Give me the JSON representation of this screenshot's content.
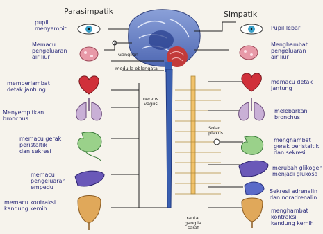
{
  "headers": {
    "left": "Parasimpatik",
    "right": "Simpatik"
  },
  "center_labels": {
    "ganglion": "Ganglion",
    "medulla": "medulla oblongata",
    "nervus_vagus": "nervus\nvagus",
    "solar_plexus": "Solar\nplexus",
    "rantai_ganglia": "rantai\nganglia\nsaraf"
  },
  "left_labels": [
    "pupil\nmenyempit",
    "Memacu\npengeluaran\nair liur",
    "memperlambat\ndetak jantung",
    "Menyempitkan\nbronchus",
    "memacu gerak\nperistaltik\ndan sekresi",
    "memacu\npengeluaran\nempedu",
    "memacu kontraksi\nkandung kemih"
  ],
  "right_labels": [
    "Pupil lebar",
    "Menghambat\npengeluaran\nair liur",
    "memacu detak\njantung",
    "melebarkan\nbronchus",
    "menghambat\ngerak peristaltik\ndan sekresi",
    "merubah glikogen\nmenjadi glukosa",
    "Sekresi adrenalin\ndan noradrenalin",
    "menghambat\nkontraksi\nkandung kemih"
  ],
  "organ_icons": {
    "left": [
      "eye-icon",
      "salivary-gland-icon",
      "heart-icon",
      "lungs-icon",
      "stomach-icon",
      "liver-icon",
      "bladder-icon"
    ],
    "right": [
      "eye-icon",
      "salivary-gland-icon",
      "heart-icon",
      "lungs-icon",
      "stomach-icon",
      "liver-icon",
      "adrenal-gland-icon",
      "bladder-icon"
    ]
  },
  "colors": {
    "nerve_line": "#222222",
    "spinal_cord": "#3a5fb0",
    "brain": "#6e86c8",
    "cerebellum": "#c23a3a",
    "label_text": "#2a2a7a",
    "ganglia": "#f2c36b"
  }
}
